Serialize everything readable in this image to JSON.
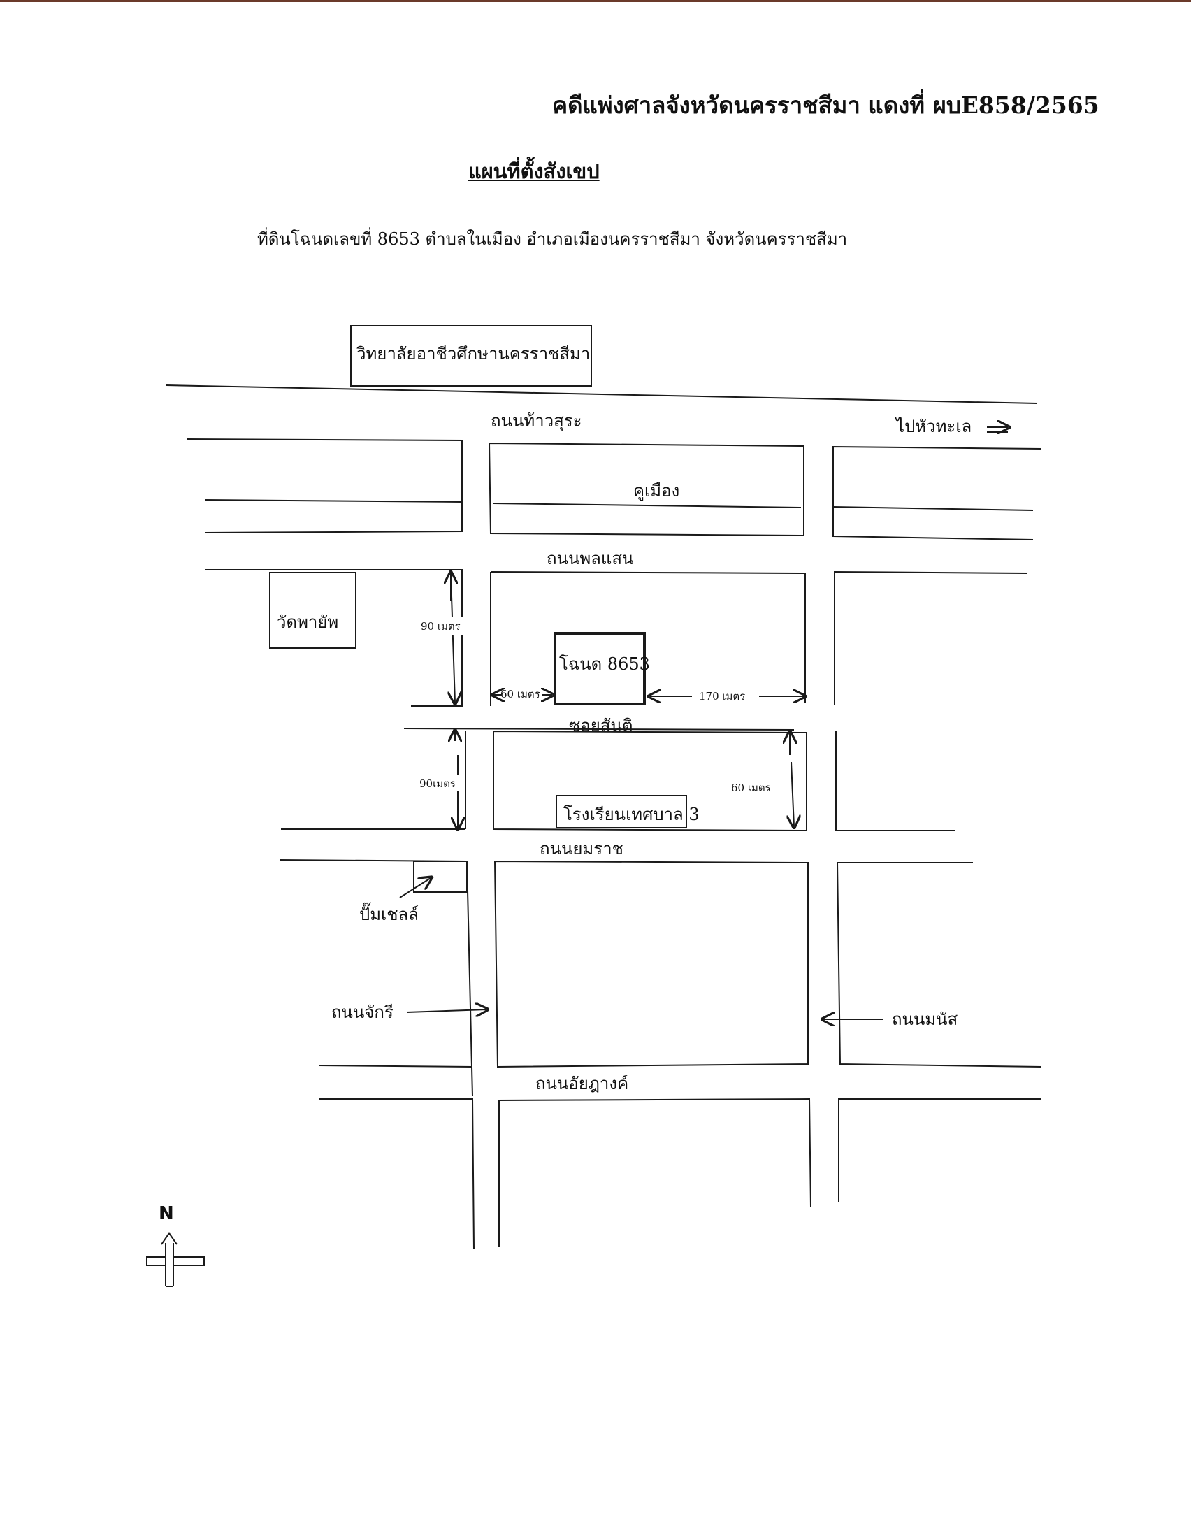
{
  "header": {
    "case_title": "คดีแพ่งศาลจังหวัดนครราชสีมา แดงที่ ผบE858/2565",
    "map_title": "แผนที่ตั้งสังเขป",
    "parcel_description": "ที่ดินโฉนดเลขที่ 8653  ตำบลในเมือง  อำเภอเมืองนครราชสีมา  จังหวัดนครราชสีมา"
  },
  "map": {
    "places": {
      "college": "วิทยาลัยอาชีวศึกษานครราชสีมา",
      "temple": "วัดพายัพ",
      "title_deed": "โฉนด 8653",
      "school": "โรงเรียนเทศบาล 3",
      "gas_station": "ปั๊มเชลล์"
    },
    "roads": {
      "thao_sura": "ถนนท้าวสุระ",
      "moat": "คูเมือง",
      "phon_saen": "ถนนพลแสน",
      "soi_santi": "ซอยสันติ",
      "yommarat": "ถนนยมราช",
      "chakri": "ถนนจักรี",
      "manat": "ถนนมนัส",
      "anyakhong": "ถนนอัยฎางค์"
    },
    "direction_note": "ไปหัวทะเล",
    "distances": {
      "d90_upper": "90 เมตร",
      "d60_left": "60 เมตร",
      "d170_right": "170 เมตร",
      "d90_lower": "90เมตร",
      "d60_right": "60 เมตร"
    },
    "north_label": "N"
  }
}
